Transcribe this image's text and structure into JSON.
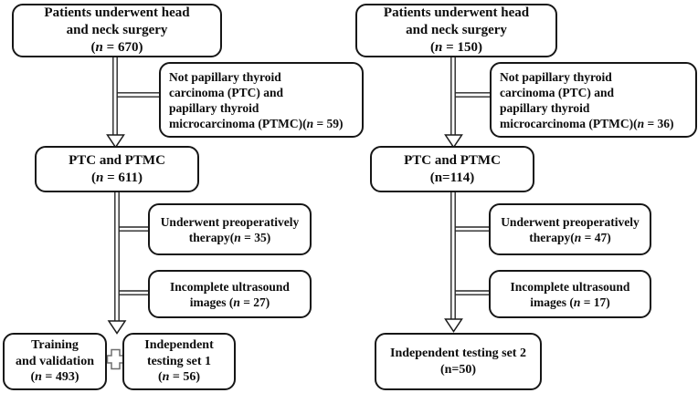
{
  "colors": {
    "background": "#ffffff",
    "box_border": "#161616",
    "text": "#0d0d0d",
    "connector": "#262626",
    "cross_connector": "#6e6e6e"
  },
  "icons": {
    "down_arrow": "hollow-triangle-arrowhead",
    "cross_connector": "hollow-plus-cross"
  },
  "left_flow": {
    "top_box": {
      "lines": [
        [
          {
            "t": "Patients underwent head"
          }
        ],
        [
          {
            "t": "and neck surgery"
          }
        ],
        [
          {
            "t": "("
          },
          {
            "t": "n",
            "i": true
          },
          {
            "t": " = 670)"
          }
        ]
      ]
    },
    "exclusion_box_1": {
      "lines": [
        [
          {
            "t": "Not papillary thyroid"
          }
        ],
        [
          {
            "t": "carcinoma (PTC) and"
          }
        ],
        [
          {
            "t": "papillary thyroid"
          }
        ],
        [
          {
            "t": "microcarcinoma (PTMC)("
          },
          {
            "t": "n",
            "i": true
          },
          {
            "t": " = 59)"
          }
        ]
      ]
    },
    "ptc_box": {
      "lines": [
        [
          {
            "t": "PTC and PTMC"
          }
        ],
        [
          {
            "t": "("
          },
          {
            "t": "n",
            "i": true
          },
          {
            "t": " = 611)"
          }
        ]
      ]
    },
    "exclusion_box_2": {
      "lines": [
        [
          {
            "t": "Underwent preoperatively"
          }
        ],
        [
          {
            "t": "therapy("
          },
          {
            "t": "n",
            "i": true
          },
          {
            "t": " = 35)"
          }
        ]
      ]
    },
    "exclusion_box_3": {
      "lines": [
        [
          {
            "t": "Incomplete ultrasound"
          }
        ],
        [
          {
            "t": "images ("
          },
          {
            "t": "n",
            "i": true
          },
          {
            "t": " = 27)"
          }
        ]
      ]
    },
    "training_box": {
      "lines": [
        [
          {
            "t": "Training"
          }
        ],
        [
          {
            "t": "and validation"
          }
        ],
        [
          {
            "t": "("
          },
          {
            "t": "n",
            "i": true
          },
          {
            "t": " = 493)"
          }
        ]
      ]
    },
    "testing_box_1": {
      "lines": [
        [
          {
            "t": "Independent"
          }
        ],
        [
          {
            "t": "testing set 1"
          }
        ],
        [
          {
            "t": "("
          },
          {
            "t": "n",
            "i": true
          },
          {
            "t": " = 56)"
          }
        ]
      ]
    }
  },
  "right_flow": {
    "top_box": {
      "lines": [
        [
          {
            "t": "Patients underwent head"
          }
        ],
        [
          {
            "t": "and neck surgery"
          }
        ],
        [
          {
            "t": "("
          },
          {
            "t": "n",
            "i": true
          },
          {
            "t": " = 150)"
          }
        ]
      ]
    },
    "exclusion_box_1": {
      "lines": [
        [
          {
            "t": "Not papillary thyroid"
          }
        ],
        [
          {
            "t": "carcinoma (PTC) and"
          }
        ],
        [
          {
            "t": "papillary thyroid"
          }
        ],
        [
          {
            "t": "microcarcinoma (PTMC)("
          },
          {
            "t": "n",
            "i": true
          },
          {
            "t": " = 36)"
          }
        ]
      ]
    },
    "ptc_box": {
      "lines": [
        [
          {
            "t": "PTC and PTMC"
          }
        ],
        [
          {
            "t": "(n=114)"
          }
        ]
      ]
    },
    "exclusion_box_2": {
      "lines": [
        [
          {
            "t": "Underwent preoperatively"
          }
        ],
        [
          {
            "t": "therapy("
          },
          {
            "t": "n",
            "i": true
          },
          {
            "t": " = 47)"
          }
        ]
      ]
    },
    "exclusion_box_3": {
      "lines": [
        [
          {
            "t": "Incomplete ultrasound"
          }
        ],
        [
          {
            "t": "images ("
          },
          {
            "t": "n",
            "i": true
          },
          {
            "t": " = 17)"
          }
        ]
      ]
    },
    "testing_box_2": {
      "lines": [
        [
          {
            "t": "Independent testing set 2"
          }
        ],
        [
          {
            "t": "(n=50)"
          }
        ]
      ]
    }
  }
}
